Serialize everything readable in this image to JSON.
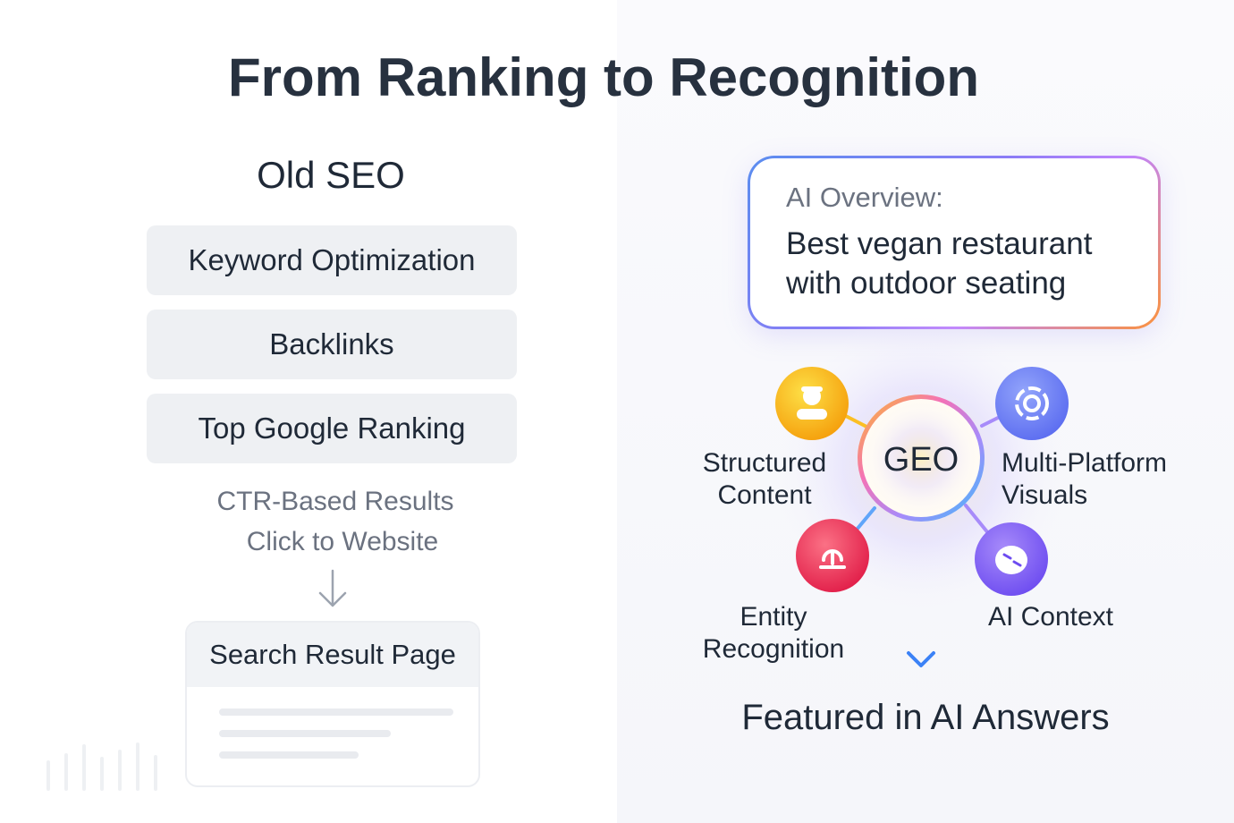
{
  "title": "From Ranking to Recognition",
  "old_seo": {
    "heading": "Old SEO",
    "items": [
      "Keyword Optimization",
      "Backlinks",
      "Top Google Ranking"
    ],
    "note_1": "CTR-Based Results",
    "note_2": "Click to Website",
    "serp_label": "Search Result Page"
  },
  "ai_overview": {
    "label": "AI Overview:",
    "query": "Best vegan restaurant with outdoor seating"
  },
  "geo": {
    "center_label": "GEO",
    "nodes": [
      {
        "label": "Structured Content",
        "icon": "user-icon",
        "color": "#fbbf24"
      },
      {
        "label": "Multi-Platform Visuals",
        "icon": "target-icon",
        "color": "#6d7cf6"
      },
      {
        "label": "Entity Recognition",
        "icon": "pin-icon",
        "color": "#f43f5e"
      },
      {
        "label": "AI Context",
        "icon": "face-icon",
        "color": "#8b5cf6"
      }
    ],
    "result": "Featured in AI Answers"
  },
  "colors": {
    "blue": "#3b82f6",
    "orange": "#f59e0b"
  }
}
